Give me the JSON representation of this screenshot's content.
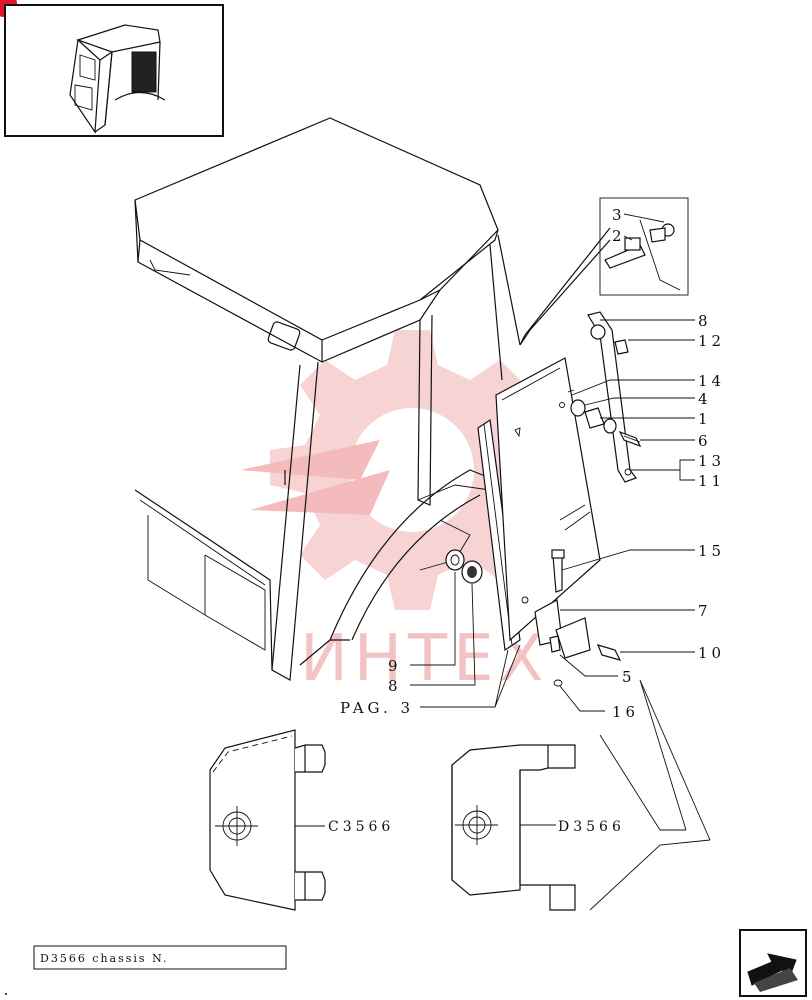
{
  "callouts": {
    "c3": "3",
    "c2": "2",
    "c8a": "8",
    "c12": "12",
    "c14": "14",
    "c4": "4",
    "c1": "1",
    "c6": "6",
    "c13": "13",
    "c11": "11",
    "c15": "15",
    "c7": "7",
    "c10": "10",
    "c5": "5",
    "c16": "16",
    "c9": "9",
    "c8b": "8",
    "pag": "PAG. 3"
  },
  "variants": {
    "left": "C3566",
    "right": "D3566"
  },
  "footer": {
    "chassis_label": "D3566 chassis N."
  },
  "watermark": {
    "text": "ИНТЕХ"
  },
  "colors": {
    "line": "#111111",
    "watermark": "#f2b9b9",
    "badge": "#e0152e"
  },
  "icons": {
    "nav": "next-arrow-icon"
  }
}
